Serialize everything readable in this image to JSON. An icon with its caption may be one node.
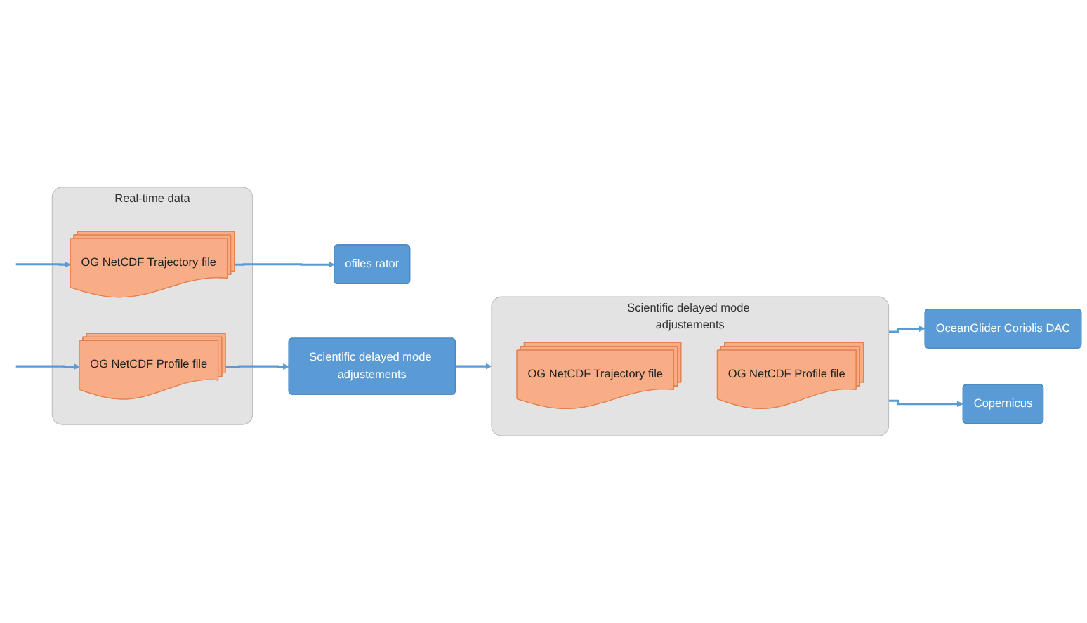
{
  "diagram": {
    "nodes": [
      {
        "text": [
          "Real-time data"
        ]
      },
      {
        "text": [
          "OG NetCDF Trajectory file"
        ],
        "in": 0
      },
      {
        "text": [
          "OG NetCDF Profile file"
        ],
        "in": 0
      },
      {
        "text": [
          "Scientific delayed mode adjustements"
        ]
      },
      {
        "text": [
          "OG NetCDF Trajectory file"
        ],
        "in": 3
      },
      {
        "text": [
          "OG NetCDF Profile file"
        ],
        "in": 3
      },
      {
        "text": [
          "ofiles rator"
        ]
      },
      {
        "text": [
          "OceanGlider Coriolis DAC"
        ]
      },
      {
        "text": [
          "Copernicus"
        ]
      },
      {
        "text": [
          "Scientific delayed mode adjustements"
        ]
      }
    ],
    "edges": [
      {
        "from": null,
        "to": 1,
        "arrow": "to"
      },
      {
        "from": 1,
        "to": 6,
        "arrow": "to"
      },
      {
        "from": null,
        "to": 2,
        "arrow": "to"
      },
      {
        "from": 2,
        "to": 9,
        "arrow": "to"
      },
      {
        "from": 9,
        "to": 3,
        "arrow": "to"
      },
      {
        "from": 3,
        "to": 7,
        "arrow": "to"
      },
      {
        "from": 3,
        "to": 8,
        "arrow": "to"
      }
    ]
  }
}
